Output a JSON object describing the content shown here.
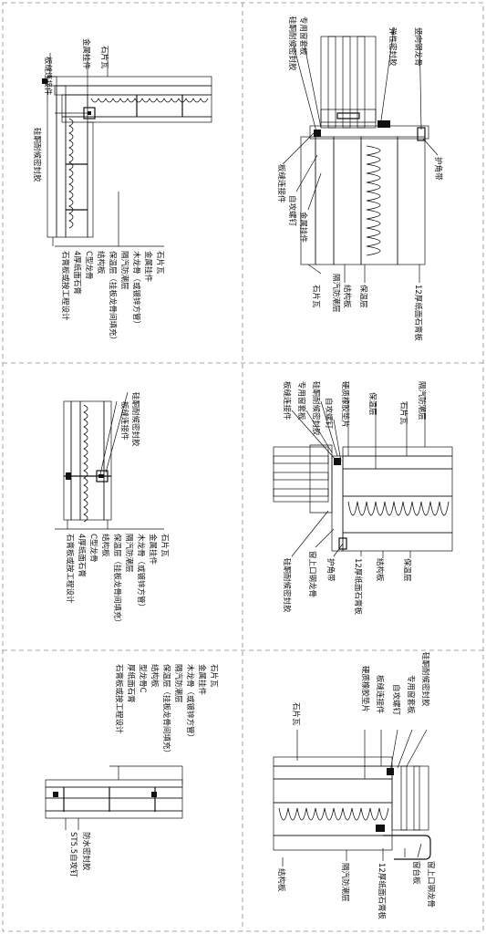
{
  "panel_top_left": {
    "labels_top": [
      "板缝连接件",
      "金属挂件",
      "石片瓦"
    ],
    "label_mid": "硅酮耐候密封胶",
    "labels_bottom": [
      "石片瓦",
      "金属挂件",
      "木龙骨（或镀锌方管）",
      "隔汽防潮层",
      "保温层（挂板龙骨间填充）",
      "结构板",
      "C型龙骨",
      "4厚纸面石膏",
      "石膏板或按工程设计"
    ]
  },
  "panel_top_right": {
    "labels": [
      "硅酮耐候密封胶",
      "专用窗套板",
      "弹性密封胶",
      "竖向钢龙骨",
      "护角带",
      "板缝连接件",
      "自攻螺钉",
      "金属挂件",
      "石片瓦",
      "隔汽防潮层",
      "结构板",
      "保温层",
      "12厚纸面石膏板"
    ]
  },
  "panel_mid_left": {
    "labels_top": [
      "硅酮耐候密封胶",
      "板缝连接件"
    ],
    "labels_bottom": [
      "石片瓦",
      "金属挂件",
      "木龙骨（或镀锌方管）",
      "隔汽防潮层",
      "保温层（挂板龙骨间填充）",
      "结构板",
      "C型龙骨",
      "4厚纸面石膏",
      "石膏板或按工程设计"
    ]
  },
  "panel_mid_right": {
    "labels": [
      "板缝连接件",
      "专用窗套板",
      "硅酮耐候密封胶",
      "自攻螺钉",
      "硬质橡胶垫片",
      "保温层",
      "石片瓦",
      "隔汽防潮层",
      "硅酮耐候密封胶",
      "窗上口钢龙骨",
      "护角带",
      "12厚纸面石膏板",
      "结构板",
      "保温层"
    ]
  },
  "panel_bottom_left": {
    "labels_top": [
      "石片瓦",
      "金属挂件",
      "木龙骨（或镀锌方管）",
      "隔汽防潮层",
      "保温层（挂板龙骨间填充）",
      "结构板",
      "型龙骨C",
      "厚纸面石膏",
      "石膏板或按工程设计"
    ],
    "labels_bottom": [
      "防水密封胶",
      "ST5.5自攻钉"
    ]
  },
  "panel_bottom_right": {
    "labels": [
      "硅酮耐候密封胶",
      "专用窗套板",
      "自攻螺钉",
      "板缝连接件",
      "硬质橡胶垫片",
      "石片瓦",
      "结构板",
      "窗上口钢龙骨",
      "窗台板",
      "12厚纸面石膏板",
      "隔汽防潮层"
    ]
  }
}
